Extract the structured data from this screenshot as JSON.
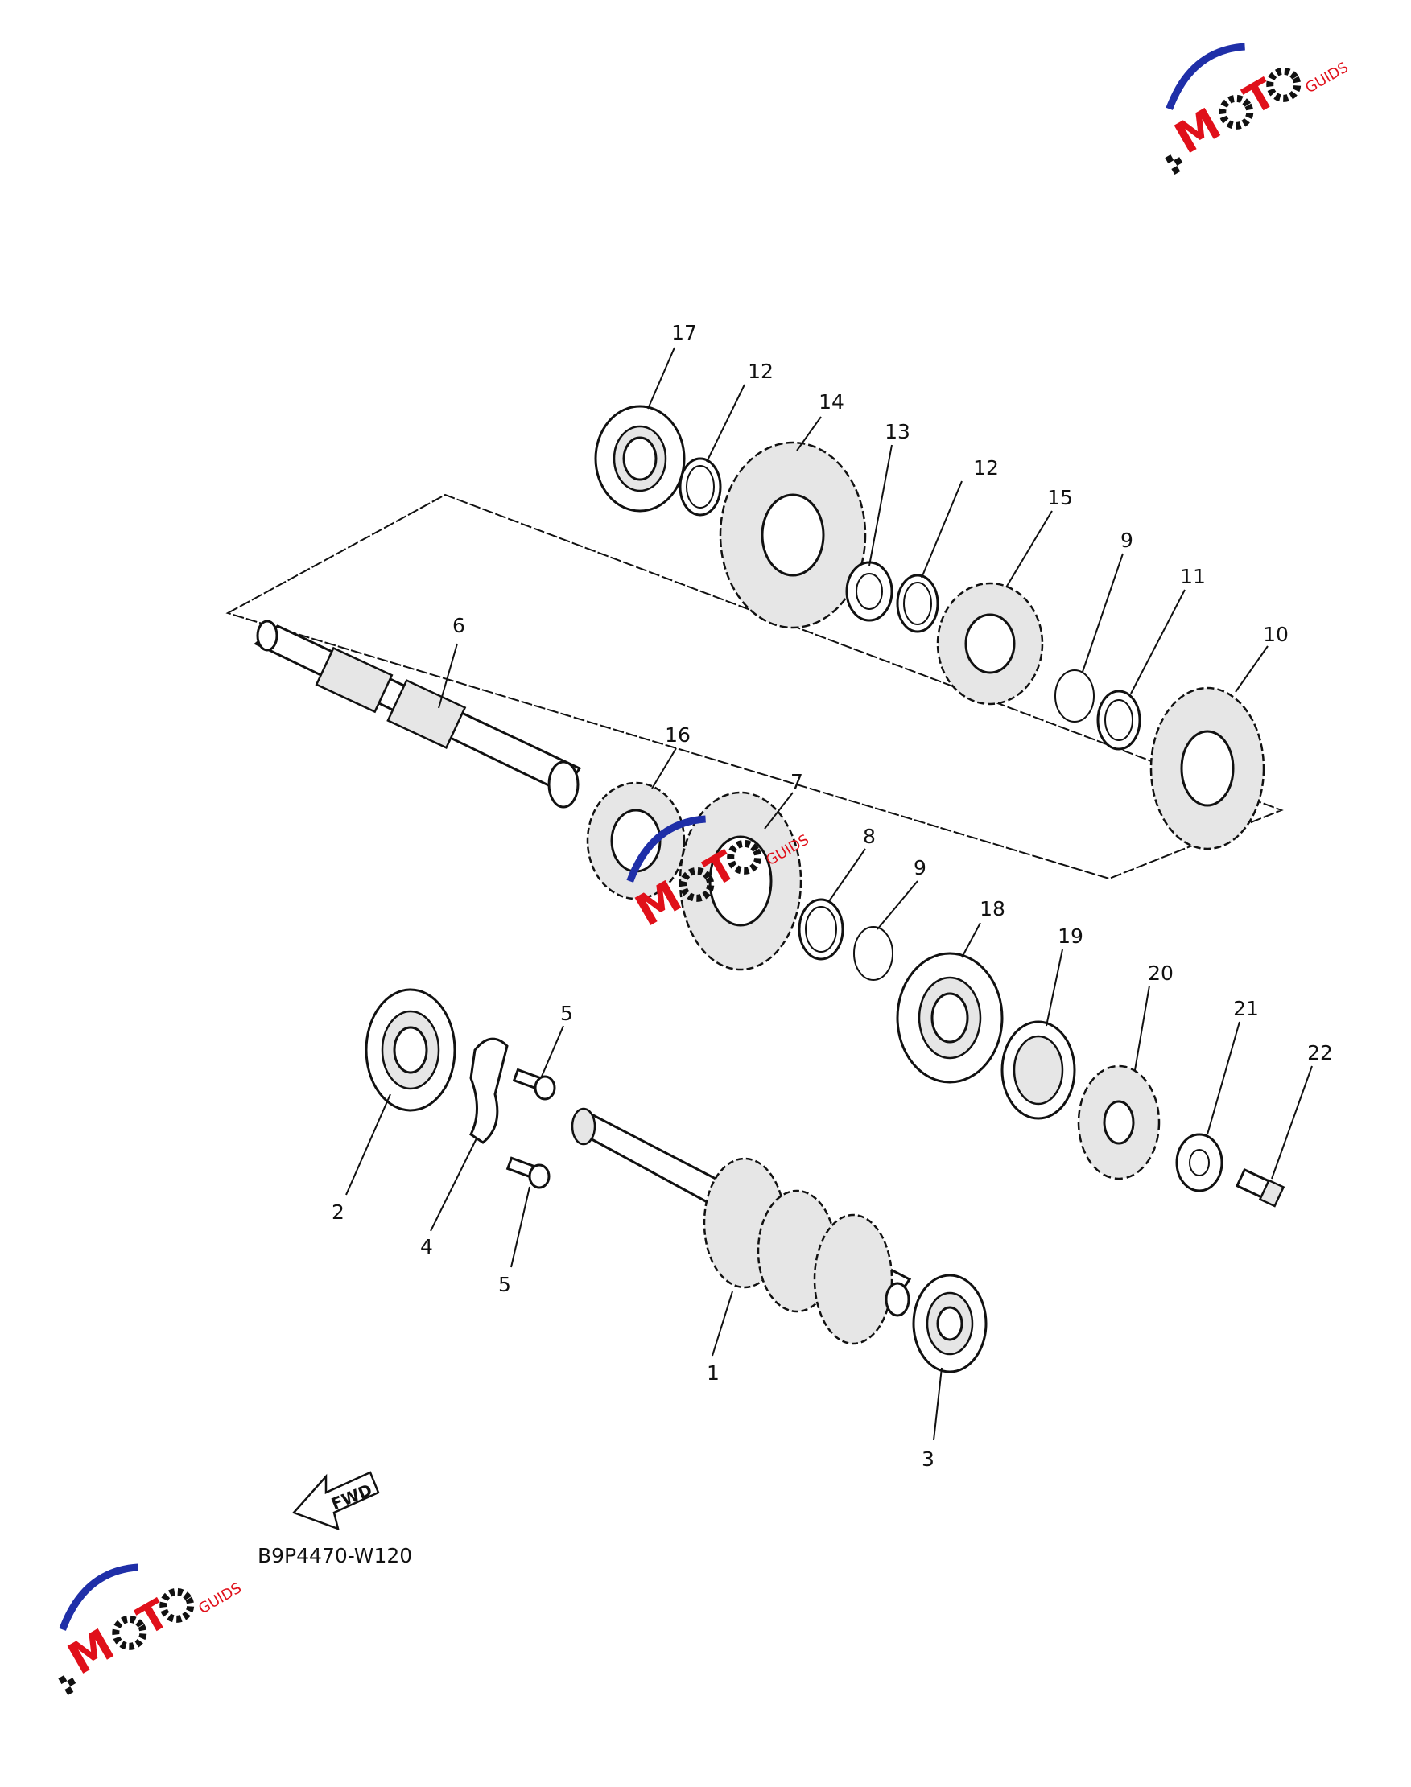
{
  "diagram": {
    "code": "B9P4470-W120",
    "fwd_label": "FWD",
    "brand_logo": {
      "letters": [
        "M",
        "O",
        "T",
        "O"
      ],
      "suffix": "GUIDS",
      "colors": {
        "arc": "#1f2fa8",
        "letters": "#e0101a",
        "gears": "#111111"
      }
    },
    "callouts": [
      "1",
      "2",
      "3",
      "4",
      "5",
      "5",
      "6",
      "7",
      "8",
      "9",
      "9",
      "10",
      "11",
      "12",
      "12",
      "13",
      "14",
      "15",
      "16",
      "17",
      "18",
      "19",
      "20",
      "21",
      "22"
    ]
  }
}
